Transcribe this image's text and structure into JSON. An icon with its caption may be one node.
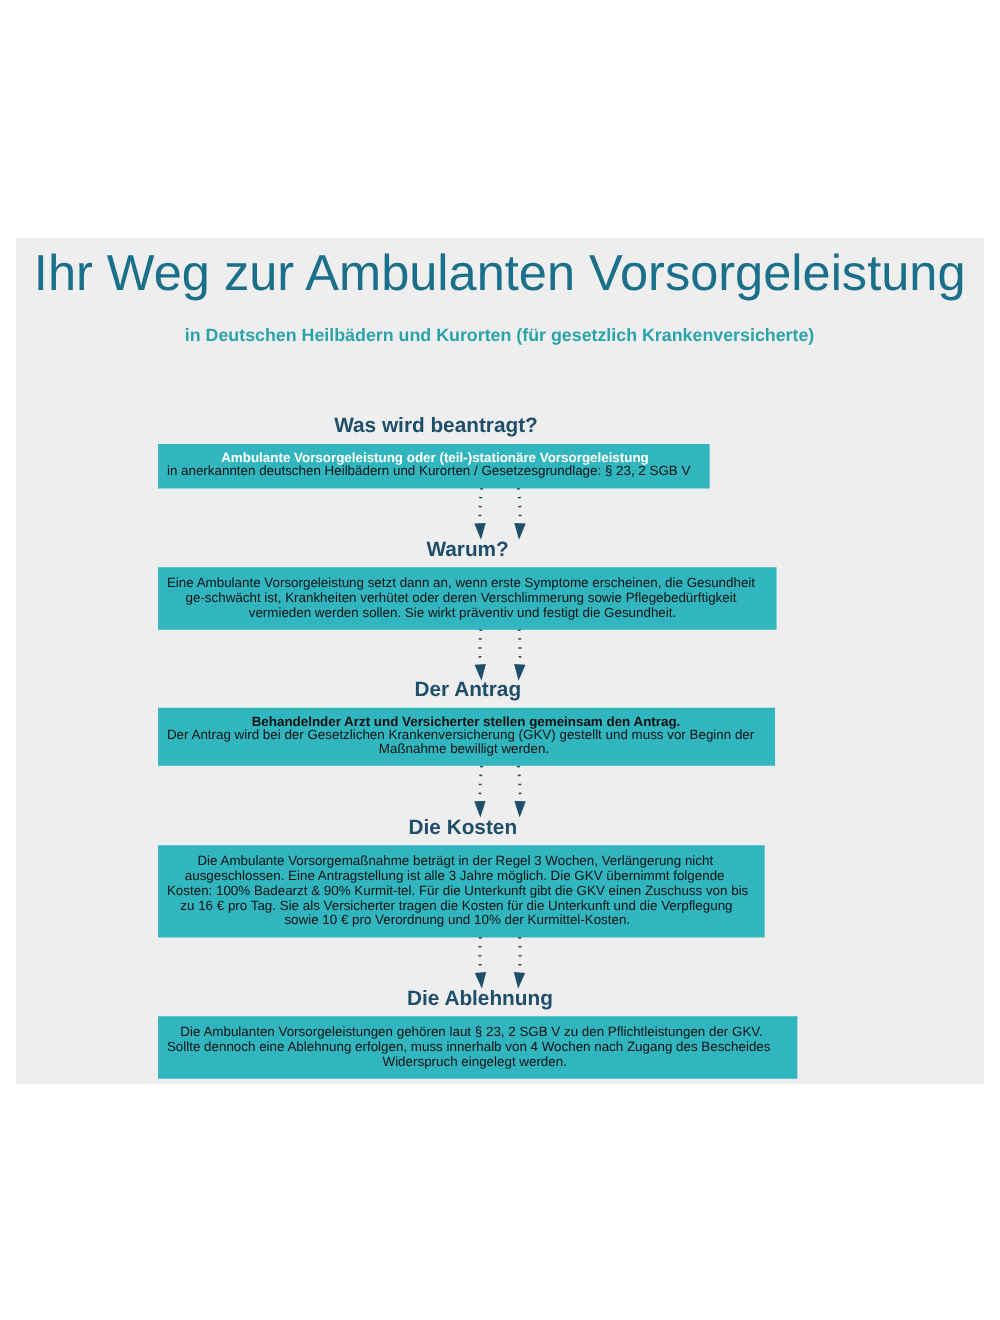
{
  "diagram": {
    "title": "Ihr Weg zur Ambulanten Vorsorgeleistung",
    "nodes": [
      {
        "text": [
          "Was wird beantragt?",
          "Ambulante Vorsorgeleistung oder (teil-)stationäre Vorsorgeleistung",
          "in anerkannten deutschen Heilbädern und Kurorten / Gesetzesgrundlage: § 23, 2 SGB V"
        ]
      },
      {
        "text": [
          "Warum?",
          "Eine Ambulante Vorsorgeleistung setzt dann an, wenn erste Symptome erscheinen, die Gesundheit ge-schwächt ist, Krankheiten verhütet oder deren Verschlimmerung sowie Pflegebedürftigkeit vermieden werden sollen. Sie wirkt präventiv und festigt die Gesundheit."
        ]
      },
      {
        "text": [
          "Der Antrag",
          "Behandelnder Arzt und Versicherter stellen gemeinsam den Antrag.",
          "Der Antrag wird bei der Gesetzlichen Krankenversicherung (GKV) gestellt und muss vor Beginn der Maßnahme bewilligt werden."
        ]
      },
      {
        "text": [
          "Die Kosten",
          "Die Ambulante Vorsorgemaßnahme beträgt in der Regel 3 Wochen, Verlängerung nicht ausgeschlossen. Eine Antragstellung ist alle 3 Jahre möglich. Die GKV übernimmt folgende Kosten: 100% Badearzt & 90% Kurmit-tel. Für die Unterkunft gibt die GKV einen Zuschuss von bis zu 16 € pro Tag. Sie als Versicherter tragen die Kosten für die Unterkunft und die Verpflegung sowie 10 € pro Verordnung und 10% der Kurmittel-Kosten."
        ]
      },
      {
        "text": [
          "Die Ablehnung",
          "Die Ambulanten Vorsorgeleistungen gehören laut § 23, 2 SGB V zu den Pflichtleistungen der GKV. Sollte dennoch eine Ablehnung erfolgen, muss innerhalb von 4 Wochen nach Zugang des Bescheides Widerspruch eingelegt werden."
        ]
      }
    ],
    "edges": [
      {
        "from": 0,
        "to": 1,
        "arrow": "to",
        "style": "dashed"
      },
      {
        "from": 0,
        "to": 1,
        "arrow": "to",
        "style": "dashed"
      },
      {
        "from": 1,
        "to": 2,
        "arrow": "to",
        "style": "dashed"
      },
      {
        "from": 1,
        "to": 2,
        "arrow": "to",
        "style": "dashed"
      },
      {
        "from": 2,
        "to": 3,
        "arrow": "to",
        "style": "dashed"
      },
      {
        "from": 2,
        "to": 3,
        "arrow": "to",
        "style": "dashed"
      },
      {
        "from": 3,
        "to": 4,
        "arrow": "to",
        "style": "dashed"
      },
      {
        "from": 3,
        "to": 4,
        "arrow": "to",
        "style": "dashed"
      }
    ],
    "labels": [
      "in Deutschen Heilbädern und Kurorten (für gesetzlich Krankenversicherte)"
    ]
  }
}
